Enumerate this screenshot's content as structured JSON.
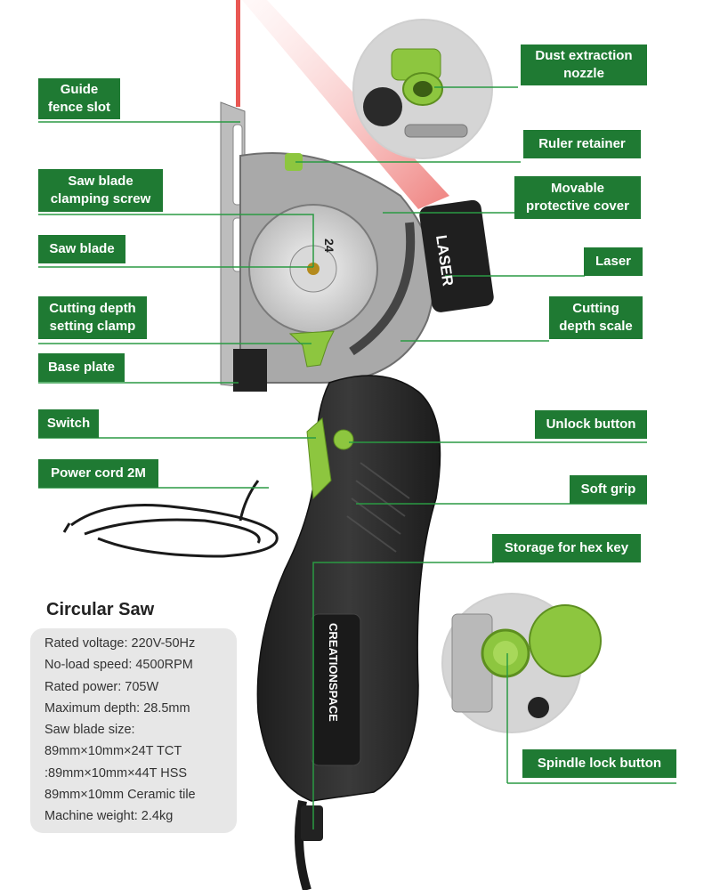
{
  "labels": {
    "dust_extraction_nozzle": "Dust extraction nozzle",
    "guide_fence_slot": "Guide fence slot",
    "ruler_retainer": "Ruler retainer",
    "saw_blade_clamping_screw": "Saw blade clamping screw",
    "movable_protective_cover": "Movable protective cover",
    "saw_blade": "Saw blade",
    "laser": "Laser",
    "cutting_depth_setting_clamp": "Cutting depth setting clamp",
    "cutting_depth_scale": "Cutting depth scale",
    "base_plate": "Base plate",
    "switch": "Switch",
    "unlock_button": "Unlock button",
    "power_cord": "Power cord 2M",
    "soft_grip": "Soft grip",
    "storage_for_hex_key": "Storage for hex key",
    "spindle_lock_button": "Spindle lock button"
  },
  "product": {
    "title": "Circular Saw",
    "laser_text": "LASER",
    "blade_text": "24",
    "brand": "CREATIONSPACE"
  },
  "specs": [
    "Rated voltage: 220V-50Hz",
    "No-load speed: 4500RPM",
    "Rated power: 705W",
    "Maximum depth: 28.5mm",
    "Saw blade size:",
    "89mm×10mm×24T TCT",
    ":89mm×10mm×44T HSS",
    "89mm×10mm Ceramic tile",
    "Machine weight: 2.4kg"
  ],
  "colors": {
    "label_bg": "#1f7a33",
    "accent_green": "#8dc63f",
    "laser_red": "#e53935",
    "tool_body": "#2b2b2b"
  }
}
